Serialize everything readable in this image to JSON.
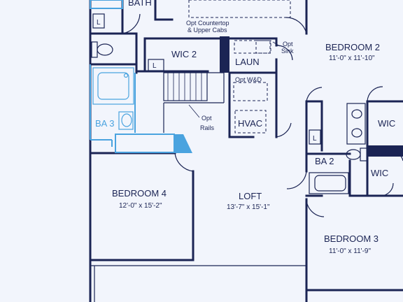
{
  "rooms": {
    "bath": "BATH",
    "wic2": "WIC 2",
    "laun": "LAUN",
    "bedroom2": {
      "name": "BEDROOM 2",
      "dims": "11'-0\" x 11'-10\""
    },
    "wic_right": "WIC",
    "ba3": "BA 3",
    "hvac": "HVAC",
    "ba2": "BA 2",
    "wic_lower": "WIC",
    "bedroom4": {
      "name": "BEDROOM 4",
      "dims": "12'-0\" x 15'-2\""
    },
    "loft": {
      "name": "LOFT",
      "dims": "13'-7\" x 15'-1\""
    },
    "bedroom3": {
      "name": "BEDROOM 3",
      "dims": "11'-0\" x 11'-9\""
    }
  },
  "notes": {
    "counter_line1": "Opt Countertop",
    "counter_line2": "& Upper Cabs",
    "sink_line1": "Opt",
    "sink_line2": "Sink",
    "wd": "Opt W&D",
    "rails_line1": "Opt",
    "rails_line2": "Rails",
    "linen_marker": "L"
  },
  "colors": {
    "wall": "#1b2454",
    "accent_blue": "#4aa3df",
    "background": "#f2f5fc"
  }
}
